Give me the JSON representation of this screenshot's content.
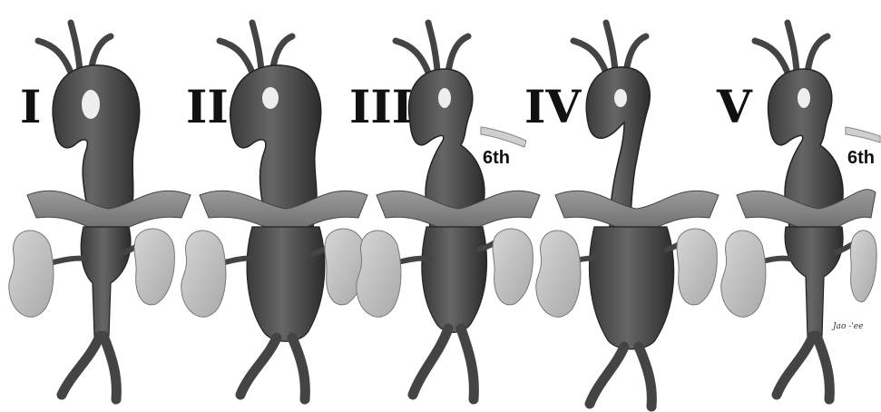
{
  "figure": {
    "panels": [
      {
        "id": "type-1",
        "label": "I",
        "rib_label": ""
      },
      {
        "id": "type-2",
        "label": "II",
        "rib_label": ""
      },
      {
        "id": "type-3",
        "label": "III",
        "rib_label": "6th"
      },
      {
        "id": "type-4",
        "label": "IV",
        "rib_label": ""
      },
      {
        "id": "type-5",
        "label": "V",
        "rib_label": "6th"
      }
    ],
    "signature": "Jao -'ee"
  },
  "colors": {
    "vessel": "#555555",
    "vessel_dark": "#2f2f2f",
    "kidney": "#c4c4c4",
    "diaphragm": "#8a8a8a",
    "rib": "#bdbdbd"
  }
}
